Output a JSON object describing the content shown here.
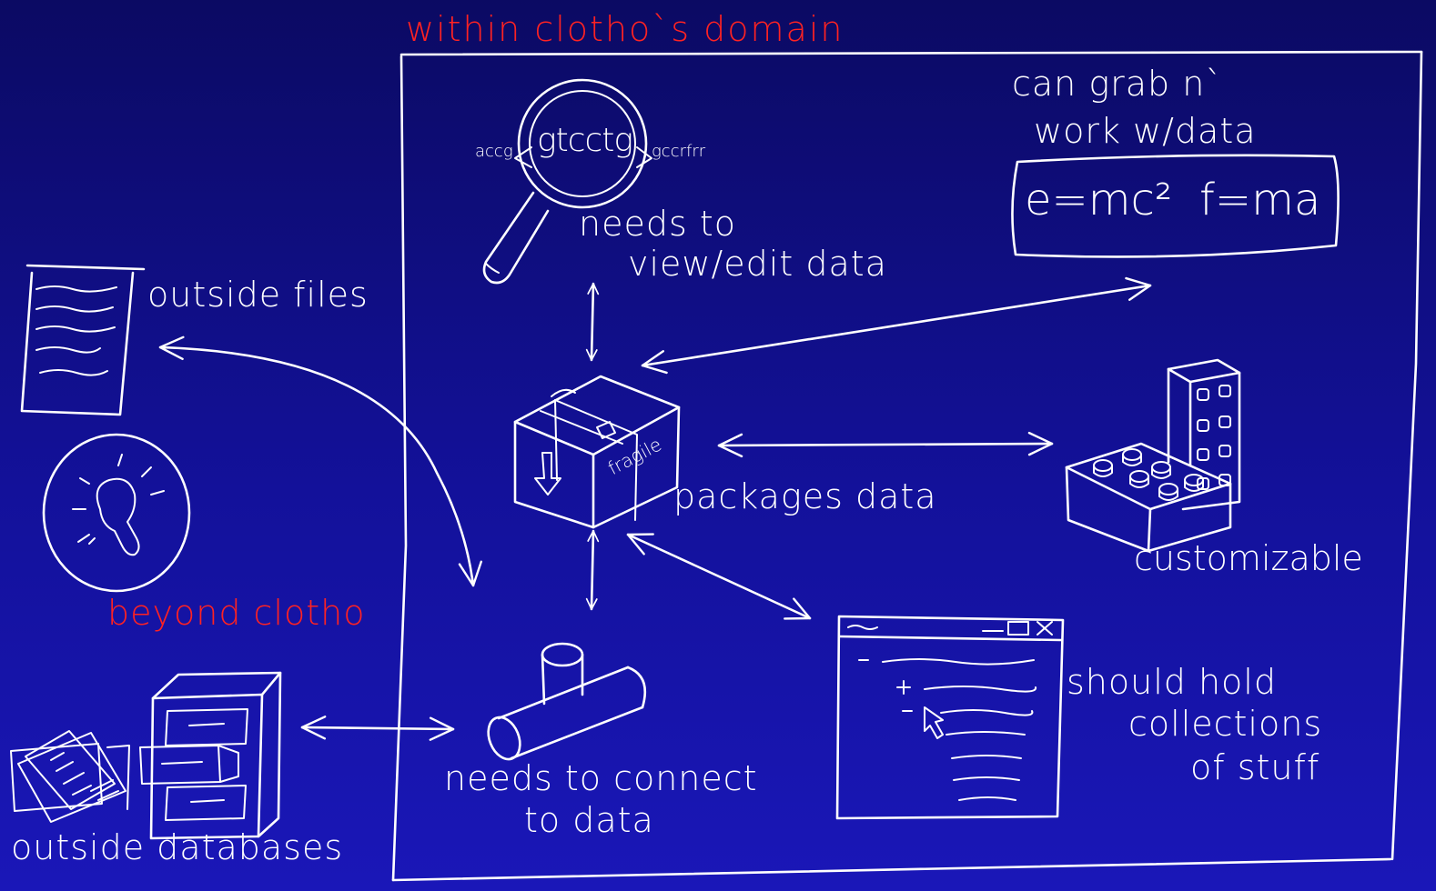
{
  "regions": {
    "inside_title": "within clotho`s domain",
    "outside_title": "beyond clotho"
  },
  "outside": {
    "files_label": "outside files",
    "databases_label": "outside databases"
  },
  "inside": {
    "view_edit_label_line1": "needs to",
    "view_edit_label_line2": "view/edit data",
    "sequence_text": "gtcctg",
    "sequence_left": "accg",
    "sequence_right": "gccrfrr",
    "grab_label_line1": "can grab n`",
    "grab_label_line2": "work w/data",
    "formula_1": "e=mc²",
    "formula_2": "f=ma",
    "package_label": "packages data",
    "fragile_text": "fragile",
    "customizable_label": "customizable",
    "connect_label_line1": "needs to connect",
    "connect_label_line2": "to data",
    "collections_label_line1": "should hold",
    "collections_label_line2": "collections",
    "collections_label_line3": "of stuff"
  },
  "colors": {
    "background_top": "#0b0a63",
    "background_bottom": "#1a17b8",
    "ink": "#ffffff",
    "accent_red": "#ff2222"
  }
}
